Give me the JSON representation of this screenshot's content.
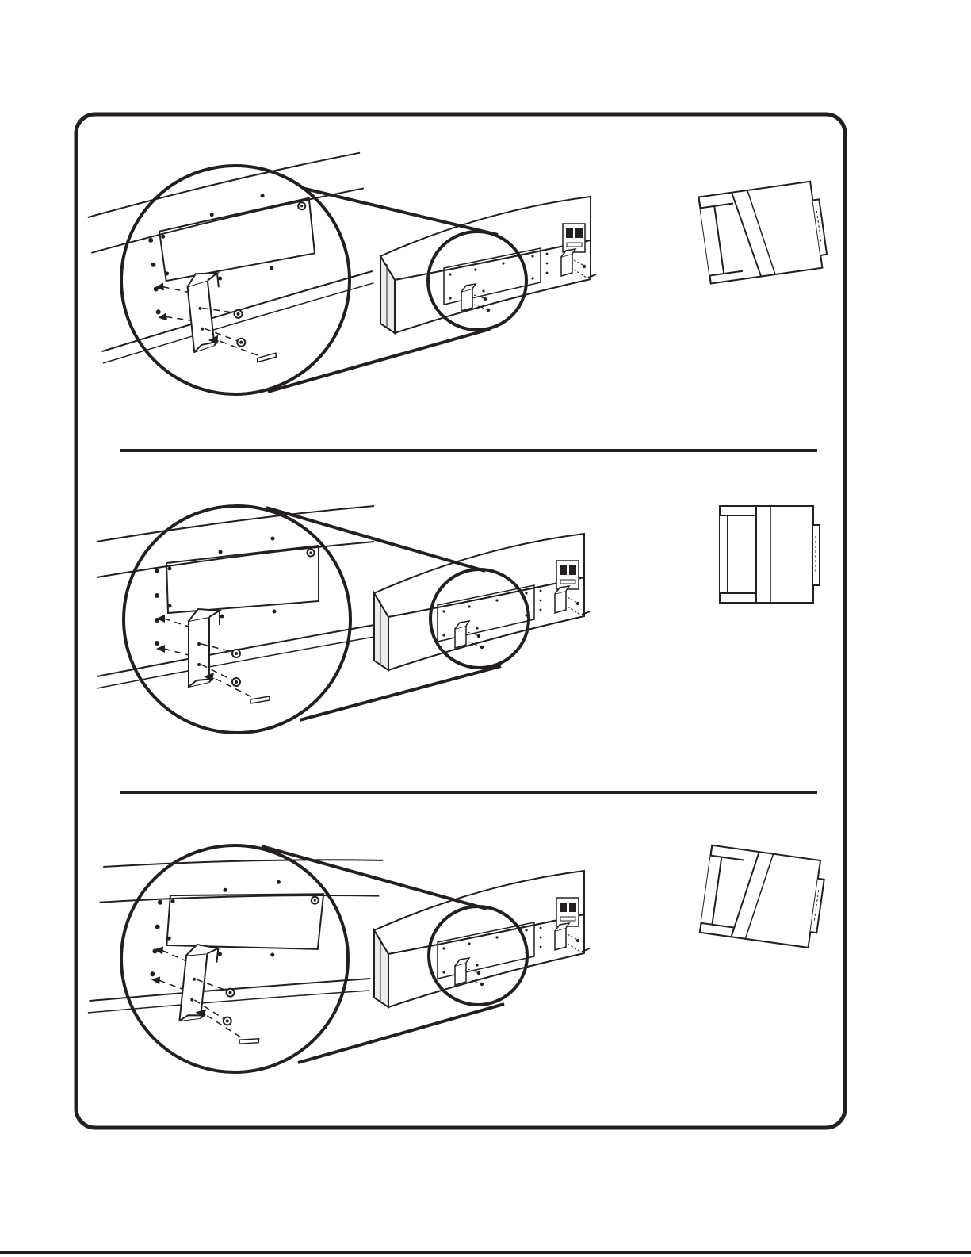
{
  "document": {
    "type": "installation-diagram",
    "ink_color": "#231f20",
    "paper_color": "#ffffff",
    "panel_count": 3
  },
  "panels": [
    {
      "id": "panel-1",
      "bracket_orientation": "tilted-up",
      "side_view": "tilted-up"
    },
    {
      "id": "panel-2",
      "bracket_orientation": "level",
      "side_view": "level"
    },
    {
      "id": "panel-3",
      "bracket_orientation": "tilted-down",
      "side_view": "tilted-down"
    }
  ],
  "icons": {
    "speaker": "center-channel-speaker-icon",
    "bracket": "mounting-bracket-icon",
    "screw": "screw-icon",
    "terminal": "speaker-terminal-icon",
    "magnifier": "magnified-detail-icon"
  }
}
